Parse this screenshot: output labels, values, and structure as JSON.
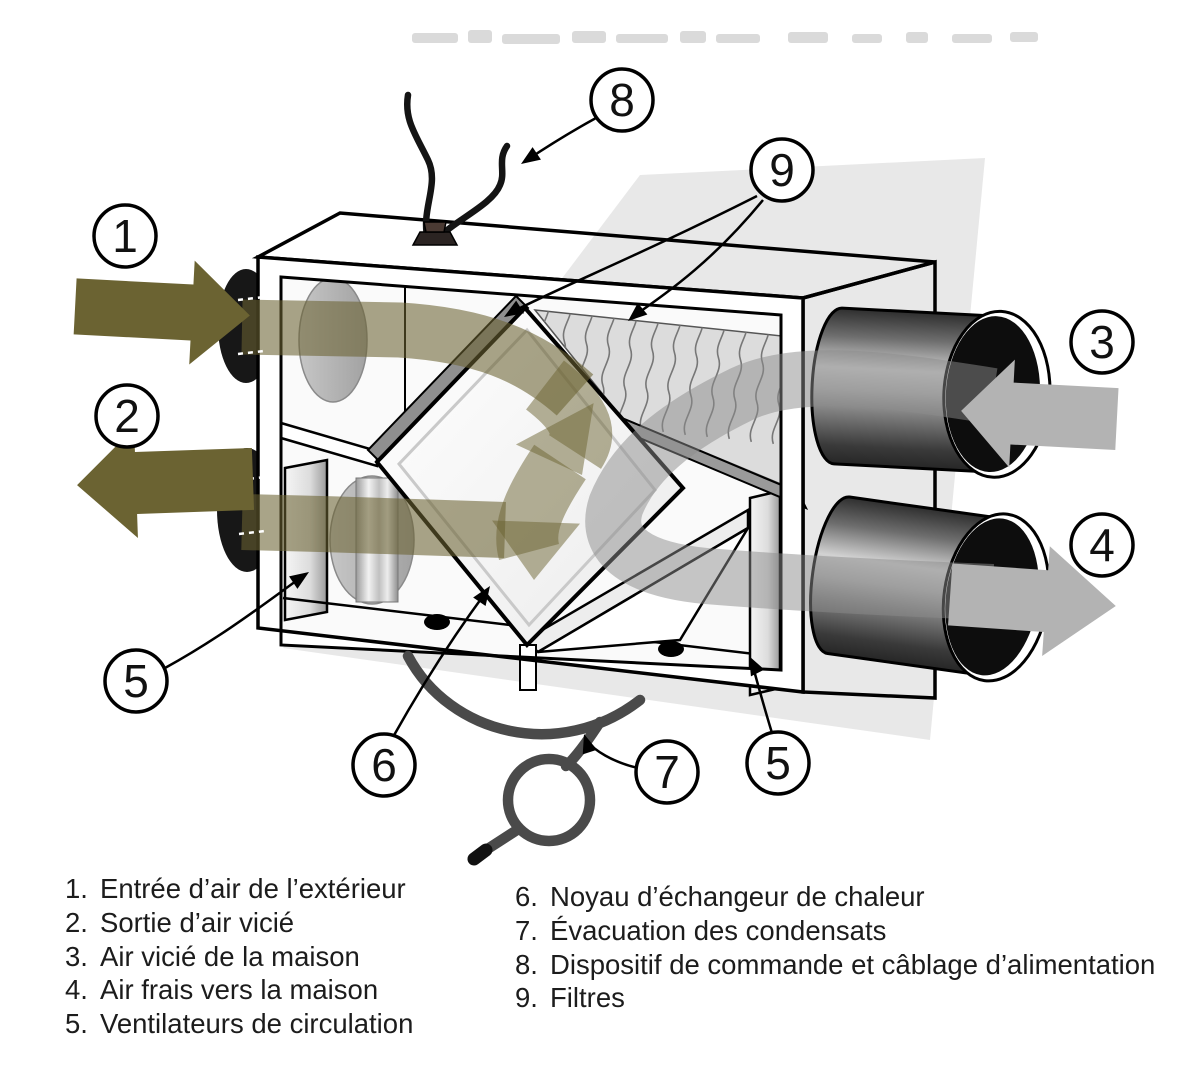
{
  "diagram": {
    "type": "technical-illustration",
    "subject": "Échangeur de chaleur / ventilateur récupérateur de chaleur (vue éclatée)",
    "colors": {
      "fresh_air": "#6b6332",
      "house_air": "#b3b3b3",
      "band_gray": "#8c8c8c",
      "tube": "#4a4a4a",
      "outline": "#000000",
      "shadow_sheet": "#e8e8e8"
    }
  },
  "callouts": {
    "c1": "1",
    "c2": "2",
    "c3": "3",
    "c4": "4",
    "c5": "5",
    "c6": "6",
    "c7": "7",
    "c8": "8",
    "c9": "9"
  },
  "legend": {
    "items": [
      {
        "number": "1.",
        "label": "Entrée d’air de l’extérieur"
      },
      {
        "number": "2.",
        "label": "Sortie d’air vicié"
      },
      {
        "number": "3.",
        "label": "Air vicié de la maison"
      },
      {
        "number": "4.",
        "label": "Air frais vers la maison"
      },
      {
        "number": "5.",
        "label": "Ventilateurs de circulation"
      },
      {
        "number": "6.",
        "label": "Noyau d’échangeur de chaleur"
      },
      {
        "number": "7.",
        "label": "Évacuation des condensats"
      },
      {
        "number": "8.",
        "label": "Dispositif de commande et câblage d’alimentation"
      },
      {
        "number": "9.",
        "label": "Filtres"
      }
    ]
  }
}
